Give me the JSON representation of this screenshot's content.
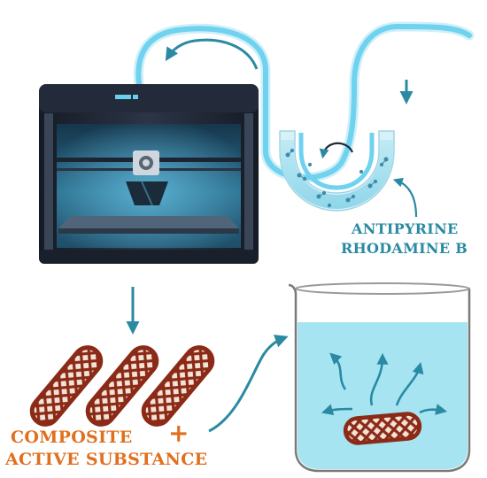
{
  "labels": {
    "reagent_1": "ANTIPYRINE",
    "reagent_2": "RHODAMINE B",
    "product_1": "COMPOSITE",
    "product_2": "ACTIVE SUBSTANCE",
    "plus": "+"
  },
  "colors": {
    "label_teal": "#2a8aa2",
    "label_orange": "#e0701f",
    "filament": "#6fd2ef",
    "bath_liquid": "#a6e0ee",
    "beaker_liquid": "#a6e4f2",
    "arrow": "#2a8aa2",
    "printed_object": "#8b2a17",
    "printer_body": "#1e2533"
  },
  "icons": {
    "printer": "3d-printer-icon",
    "bath": "u-tube-bath-icon",
    "beaker": "beaker-icon",
    "printed_part": "lattice-pill-icon"
  }
}
